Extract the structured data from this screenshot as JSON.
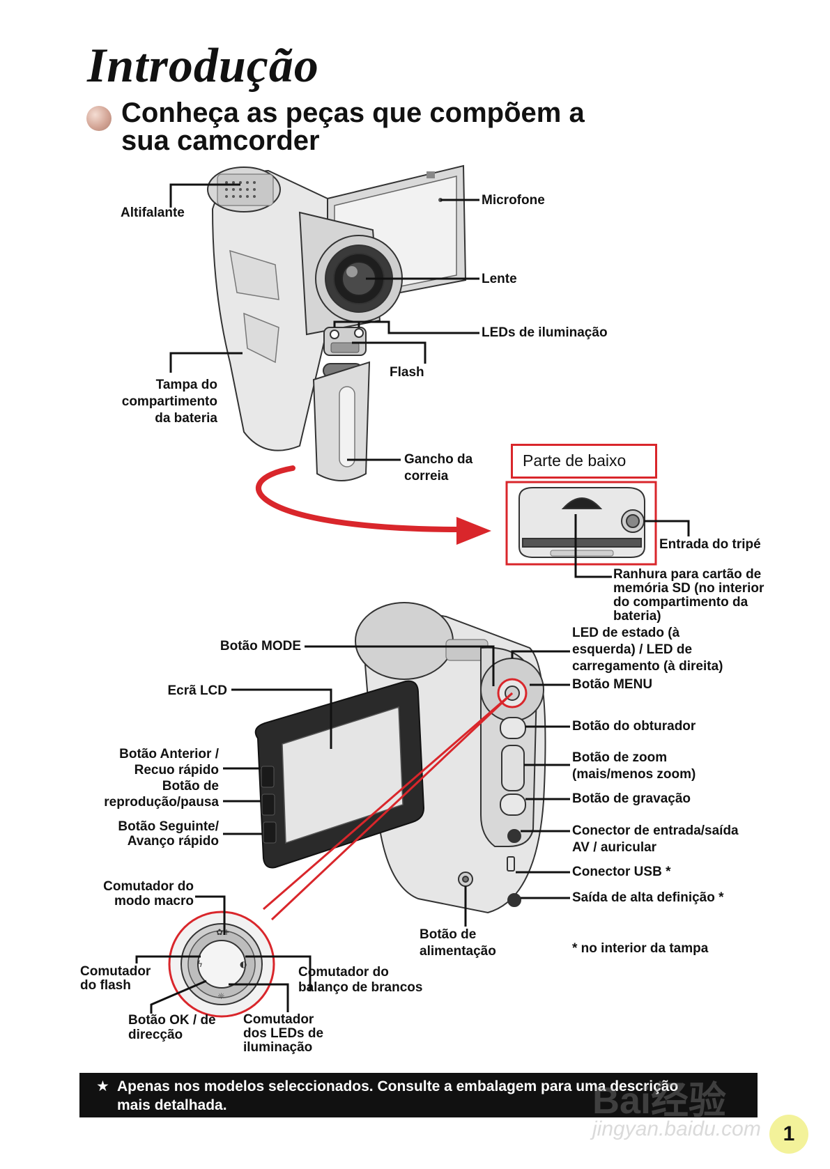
{
  "header": {
    "title": "Introdução",
    "subtitle_line1": "Conheça as peças que compõem a",
    "subtitle_line2": "sua camcorder"
  },
  "front_labels": {
    "altifalante": "Altifalante",
    "microfone": "Microfone",
    "lente": "Lente",
    "leds": "LEDs de iluminação",
    "flash": "Flash",
    "tampa_1": "Tampa do",
    "tampa_2": "compartimento",
    "tampa_3": "da bateria",
    "gancho_1": "Gancho da",
    "gancho_2": "correia"
  },
  "bottom_view": {
    "title": "Parte de baixo",
    "tripe": "Entrada do tripé",
    "ranhura_1": "Ranhura para cartão de",
    "ranhura_2": "memória SD (no interior",
    "ranhura_3": "do compartimento da",
    "ranhura_4": "bateria)"
  },
  "back_labels": {
    "mode": "Botão MODE",
    "lcd": "Ecrã LCD",
    "anterior_1": "Botão Anterior /",
    "anterior_2": "Recuo rápido",
    "reproducao_1": "Botão de",
    "reproducao_2": "reprodução/pausa",
    "seguinte_1": "Botão Seguinte/",
    "seguinte_2": "Avanço rápido",
    "led_estado_1": "LED de estado (à",
    "led_estado_2": "esquerda) / LED de",
    "led_estado_3": "carregamento (à direita)",
    "menu": "Botão MENU",
    "obturador": "Botão do obturador",
    "zoom_1": "Botão de zoom",
    "zoom_2": "(mais/menos zoom)",
    "gravacao": "Botão de gravação",
    "av_1": "Conector de entrada/saída",
    "av_2": "AV / auricular",
    "usb": "Conector USB *",
    "hd": "Saída de alta definição *",
    "alimentacao_1": "Botão de",
    "alimentacao_2": "alimentação",
    "nota": "* no interior da tampa"
  },
  "dial_labels": {
    "macro_1": "Comutador do",
    "macro_2": "modo macro",
    "flash_1": "Comutador",
    "flash_2": "do flash",
    "balanco_1": "Comutador do",
    "balanco_2": "balanço de brancos",
    "ok_1": "Botão OK / de",
    "ok_2": "direcção",
    "leds_1": "Comutador",
    "leds_2": "dos LEDs de",
    "leds_3": "iluminação"
  },
  "footer": {
    "star": "★",
    "line1": "Apenas nos modelos seleccionados. Consulte a embalagem para uma descrição",
    "line2": "mais detalhada."
  },
  "page_number": "1",
  "watermark": {
    "line1": "Bai经验",
    "line2": "jingyan.baidu.com"
  },
  "colors": {
    "accent_red": "#d9262b",
    "footer_bg": "#111111",
    "page_badge": "#f3f29a"
  }
}
